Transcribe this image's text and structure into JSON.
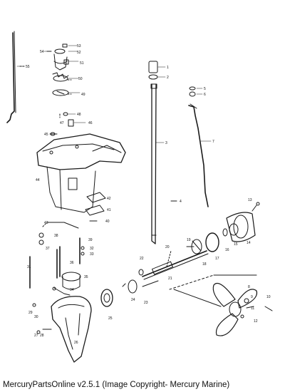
{
  "caption": "MercuryPartsOnline v2.5.1 (Image Copyright- Mercury Marine)",
  "part_numbers": [
    "1",
    "2",
    "3",
    "4",
    "5",
    "6",
    "7",
    "8",
    "9",
    "10",
    "11",
    "12",
    "13",
    "14",
    "15",
    "16",
    "17",
    "18",
    "19",
    "20",
    "21",
    "22",
    "23",
    "24",
    "25",
    "26",
    "27",
    "28",
    "29",
    "30",
    "31",
    "32",
    "33",
    "34",
    "35",
    "36",
    "37",
    "38",
    "39",
    "40",
    "41",
    "42",
    "43",
    "44",
    "45",
    "46",
    "47",
    "48",
    "49",
    "50",
    "51",
    "52",
    "53",
    "54",
    "55"
  ]
}
